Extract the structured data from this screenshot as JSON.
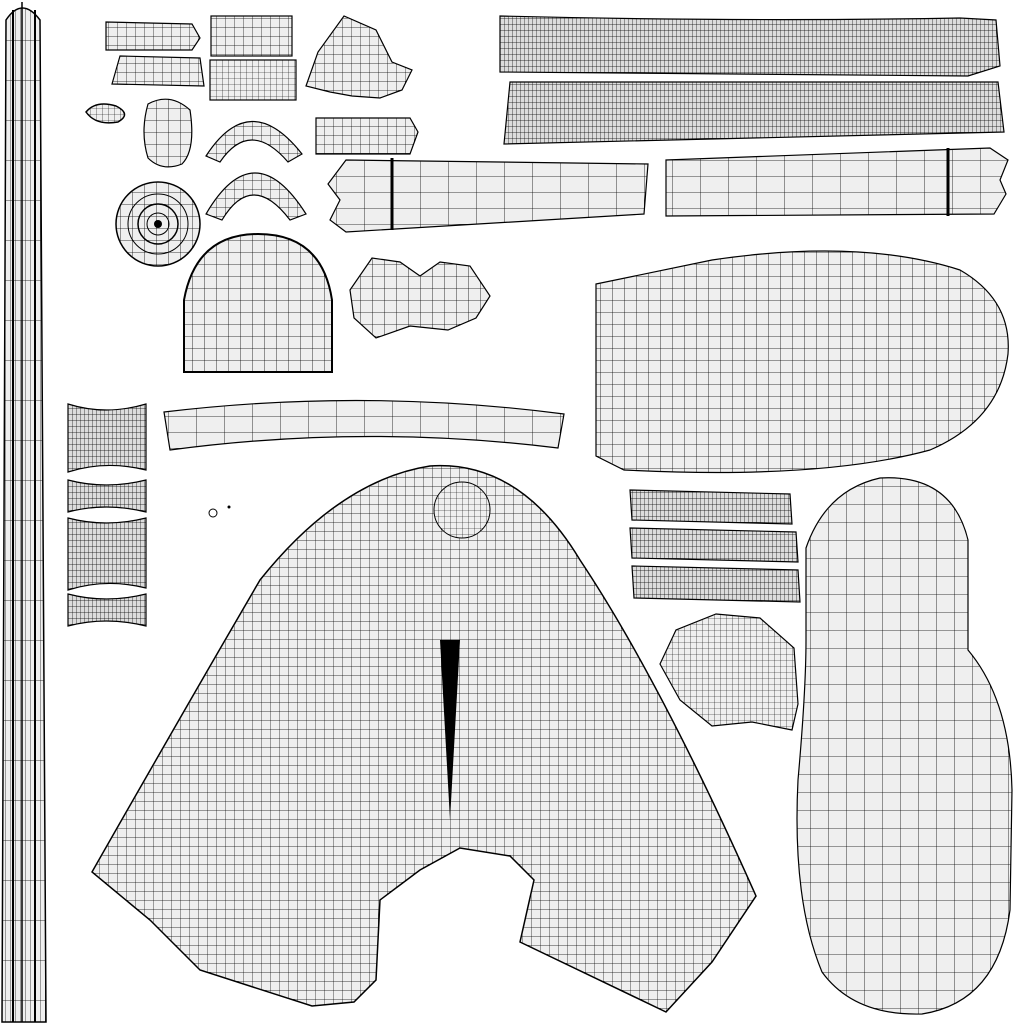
{
  "colors": {
    "background": "#ffffff",
    "island_fill": "#efefef",
    "wire_line": "#000000"
  },
  "islands": [
    {
      "name": "uv-island-long-strip",
      "shape": "tall vertical strip"
    },
    {
      "name": "uv-island-small-top-1",
      "shape": "rectangle"
    },
    {
      "name": "uv-island-small-top-2",
      "shape": "rectangle"
    },
    {
      "name": "uv-island-small-top-3",
      "shape": "rectangle"
    },
    {
      "name": "uv-island-small-top-4",
      "shape": "rectangle"
    },
    {
      "name": "uv-island-star-piece",
      "shape": "star"
    },
    {
      "name": "uv-island-tiny-bead",
      "shape": "small oval"
    },
    {
      "name": "uv-island-round-cap",
      "shape": "rounded"
    },
    {
      "name": "uv-island-arc-1",
      "shape": "arc"
    },
    {
      "name": "uv-island-arc-2",
      "shape": "arc"
    },
    {
      "name": "uv-island-small-rect",
      "shape": "rectangle"
    },
    {
      "name": "uv-island-disc",
      "shape": "circular concentric grid"
    },
    {
      "name": "uv-island-dome",
      "shape": "dome"
    },
    {
      "name": "uv-island-petals",
      "shape": "multi-lobed"
    },
    {
      "name": "uv-island-sleeve-left",
      "shape": "long rectangle"
    },
    {
      "name": "uv-island-sleeve-right",
      "shape": "long rectangle"
    },
    {
      "name": "uv-island-dense-strip-1",
      "shape": "dense long strip"
    },
    {
      "name": "uv-island-dense-strip-2",
      "shape": "dense long strip"
    },
    {
      "name": "uv-island-curved-band",
      "shape": "curved band"
    },
    {
      "name": "uv-island-large-oval",
      "shape": "rounded oval"
    },
    {
      "name": "uv-island-stack-left",
      "shape": "stacked bands"
    },
    {
      "name": "uv-island-stack-right",
      "shape": "stacked bands"
    },
    {
      "name": "uv-island-main-body",
      "shape": "large bell"
    },
    {
      "name": "uv-island-hex-piece",
      "shape": "octagonal"
    },
    {
      "name": "uv-island-sole",
      "shape": "tall sole"
    }
  ]
}
